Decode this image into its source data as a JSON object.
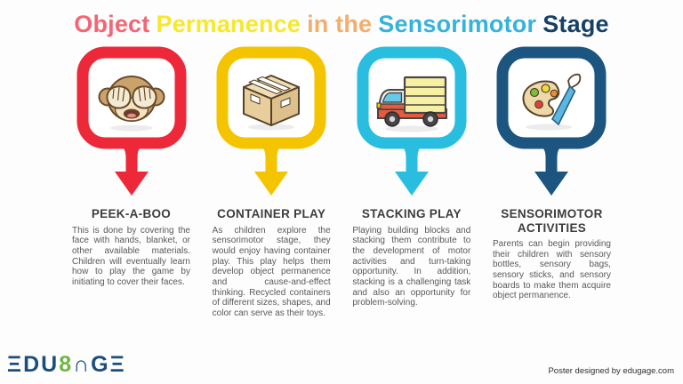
{
  "title": {
    "parts": [
      {
        "text": "Object",
        "color": "#F16775"
      },
      {
        "text": "Permanence",
        "color": "#F7E82B"
      },
      {
        "text": "in the",
        "color": "#F2AE6C"
      },
      {
        "text": "Sensorimotor",
        "color": "#36B3DA"
      },
      {
        "text": "Stage",
        "color": "#174066"
      }
    ]
  },
  "cards": [
    {
      "heading": "PEEK-A-BOO",
      "color": "#ED2939",
      "icon": "monkey-see-no-evil-icon",
      "body": "This is done by covering the face with hands, blanket, or other available materials. Children will eventually learn how to play the game by initiating to cover their faces."
    },
    {
      "heading": "CONTAINER PLAY",
      "color": "#F5C400",
      "icon": "cardboard-box-icon",
      "body": "As children explore the sensorimotor stage, they would enjoy having container play. This play helps them develop object permanence and cause-and-effect thinking. Recycled containers of different sizes, shapes, and color can serve as their toys."
    },
    {
      "heading": "STACKING PLAY",
      "color": "#29BEE0",
      "icon": "delivery-truck-icon",
      "body": "Playing building blocks and stacking them contribute to the development of motor activities and turn-taking opportunity. In addition, stacking is a challenging task and also an opportunity for problem-solving."
    },
    {
      "heading": "SENSORIMOTOR ACTIVITIES",
      "color": "#1C5680",
      "icon": "paint-palette-icon",
      "body": "Parents can begin providing their children with sensory bottles, sensory bags, sensory sticks, and sensory boards to make them acquire object permanence."
    }
  ],
  "footer": {
    "logo": {
      "prefix": "ΞDU",
      "eight": "8",
      "suffix": "∩GΞ",
      "navy": "#1B4E7E",
      "green": "#6FB544"
    },
    "credit": "Poster designed by edugage.com"
  }
}
